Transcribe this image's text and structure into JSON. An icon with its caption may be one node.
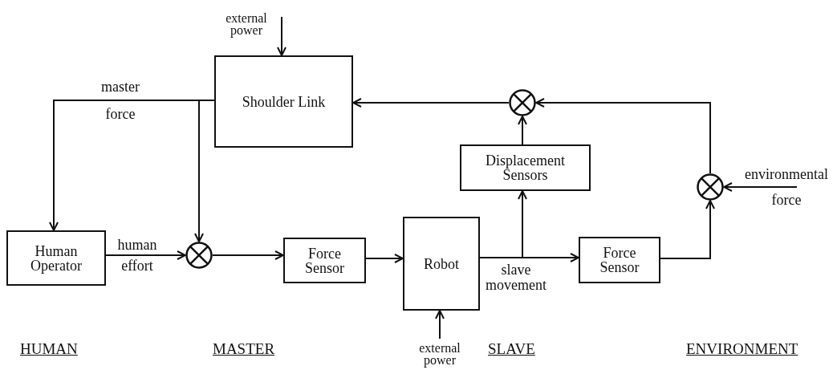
{
  "diagram": {
    "nodes": [
      {
        "text": [
          "Shoulder Link"
        ]
      },
      {
        "text": [
          "Human Operator"
        ]
      },
      {
        "text": [],
        "shape": "circle"
      },
      {
        "text": [
          "Force Sensor"
        ]
      },
      {
        "text": [
          "Robot"
        ]
      },
      {
        "text": [
          "Displacement Sensors"
        ]
      },
      {
        "text": [],
        "shape": "circle"
      },
      {
        "text": [
          "Force Sensor"
        ]
      },
      {
        "text": [],
        "shape": "circle"
      },
      {
        "text": [
          "external power"
        ]
      },
      {
        "text": [
          "external power"
        ]
      }
    ],
    "edges": [
      {
        "from": 9,
        "to": 0,
        "arrow": "to"
      },
      {
        "from": 0,
        "to": 1,
        "arrow": "to",
        "label": "master force"
      },
      {
        "from": 0,
        "to": 2,
        "arrow": "to"
      },
      {
        "from": 1,
        "to": 2,
        "arrow": "to",
        "label": "human effort"
      },
      {
        "from": 2,
        "to": 3,
        "arrow": "to"
      },
      {
        "from": 3,
        "to": 4,
        "arrow": "to"
      },
      {
        "from": 4,
        "to": 7,
        "arrow": "to",
        "label": "slave movement"
      },
      {
        "from": 4,
        "to": 5,
        "arrow": "to"
      },
      {
        "from": 5,
        "to": 6,
        "arrow": "to"
      },
      {
        "from": 6,
        "to": 0,
        "arrow": "to"
      },
      {
        "from": 7,
        "to": 8,
        "arrow": "to"
      },
      {
        "from": 8,
        "to": 6,
        "arrow": "to"
      },
      {
        "from": null,
        "to": 8,
        "arrow": "to",
        "label": "environmental force"
      },
      {
        "from": 10,
        "to": 4,
        "arrow": "to"
      }
    ],
    "labels": [
      "HUMAN",
      "MASTER",
      "SLAVE",
      "ENVIRONMENT"
    ]
  }
}
